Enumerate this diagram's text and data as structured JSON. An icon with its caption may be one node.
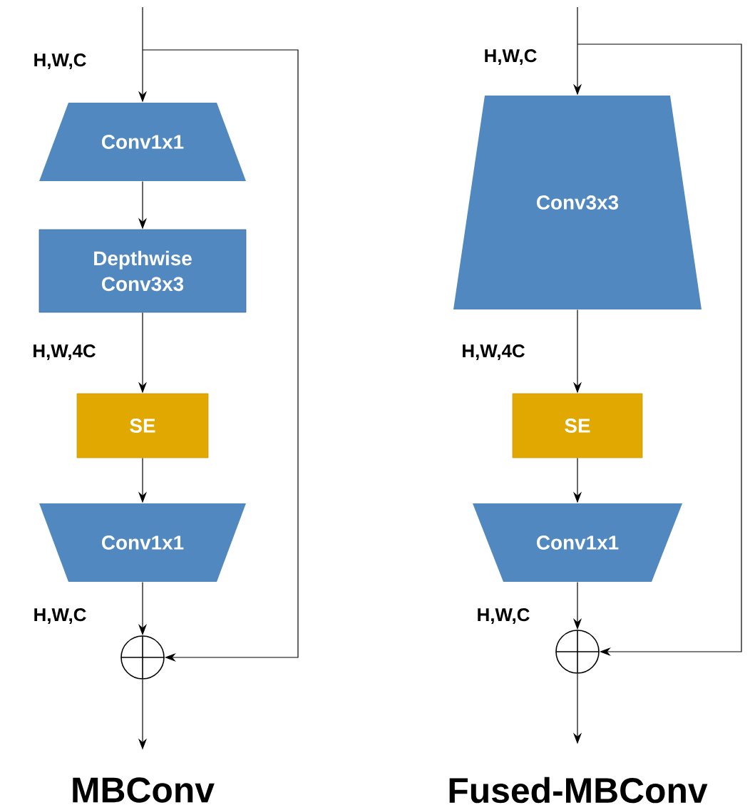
{
  "diagram": {
    "nodes": [
      {
        "text": [
          "Conv1x1"
        ]
      },
      {
        "text": [
          "Depthwise Conv3x3"
        ]
      },
      {
        "text": [
          "SE"
        ]
      },
      {
        "text": [
          "Conv1x1"
        ]
      },
      {
        "text": [],
        "shape": "circle"
      },
      {
        "text": [
          "Conv3x3"
        ]
      },
      {
        "text": [
          "SE"
        ]
      },
      {
        "text": [
          "Conv1x1"
        ]
      },
      {
        "text": [],
        "shape": "circle"
      },
      {
        "text": [
          "MBConv"
        ]
      },
      {
        "text": [
          "Fused-MBConv"
        ]
      }
    ],
    "edges": [
      {
        "from": null,
        "to": 0,
        "arrow": "to"
      },
      {
        "from": 0,
        "to": 1,
        "arrow": "to"
      },
      {
        "from": 1,
        "to": 2,
        "arrow": "to"
      },
      {
        "from": 2,
        "to": 3,
        "arrow": "to"
      },
      {
        "from": 3,
        "to": 4,
        "arrow": "to"
      },
      {
        "from": null,
        "to": 4,
        "arrow": "to"
      },
      {
        "from": 4,
        "to": 9,
        "arrow": "to"
      },
      {
        "from": null,
        "to": 5,
        "arrow": "to"
      },
      {
        "from": 5,
        "to": 6,
        "arrow": "to"
      },
      {
        "from": 6,
        "to": 7,
        "arrow": "to"
      },
      {
        "from": 7,
        "to": 8,
        "arrow": "to"
      },
      {
        "from": null,
        "to": 8,
        "arrow": "to"
      },
      {
        "from": 8,
        "to": 10,
        "arrow": "to"
      }
    ],
    "labels": [
      "H,W,C",
      "H,W,4C",
      "H,W,C",
      "H,W,C",
      "H,W,4C",
      "H,W,C"
    ]
  }
}
